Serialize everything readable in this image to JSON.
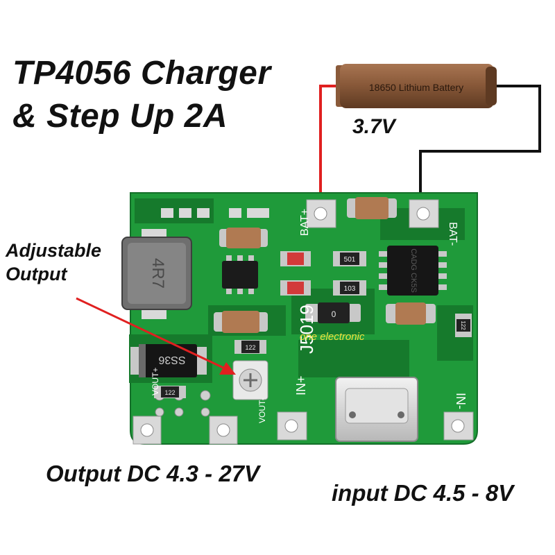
{
  "title": {
    "line1": "TP4056 Charger",
    "line2": "& Step Up 2A"
  },
  "battery": {
    "label": "18650 Lithium Battery",
    "voltage": "3.7V"
  },
  "callout": {
    "line1": "Adjustable",
    "line2": "Output"
  },
  "output_label": "Output DC 4.3 - 27V",
  "input_label": "input DC 4.5 - 8V",
  "board": {
    "silkscreen": {
      "bat_plus": "BAT+",
      "bat_minus": "BAT-",
      "model": "J5019",
      "brand": "one electronic",
      "in_plus": "IN+",
      "in_minus": "IN-",
      "vout_plus": "VOUT+",
      "vout_minus": "VOUT-"
    },
    "components": {
      "inductor": "4R7",
      "diode": "SS36",
      "chip_code": "CADG CK5S",
      "resistor_center": "0",
      "resistor_a": "501",
      "resistor_b": "103",
      "resistor_c": "122",
      "resistor_d": "122",
      "resistor_e": "122"
    }
  },
  "colors": {
    "pcb": "#1f9a3a",
    "pcb_dark": "#167a2c",
    "pad": "#d7d7d7",
    "wire_positive": "#e02020",
    "wire_negative": "#111111",
    "battery_body": "#8a5a3a",
    "arrow": "#e02020",
    "brand_text": "#f2e040"
  }
}
